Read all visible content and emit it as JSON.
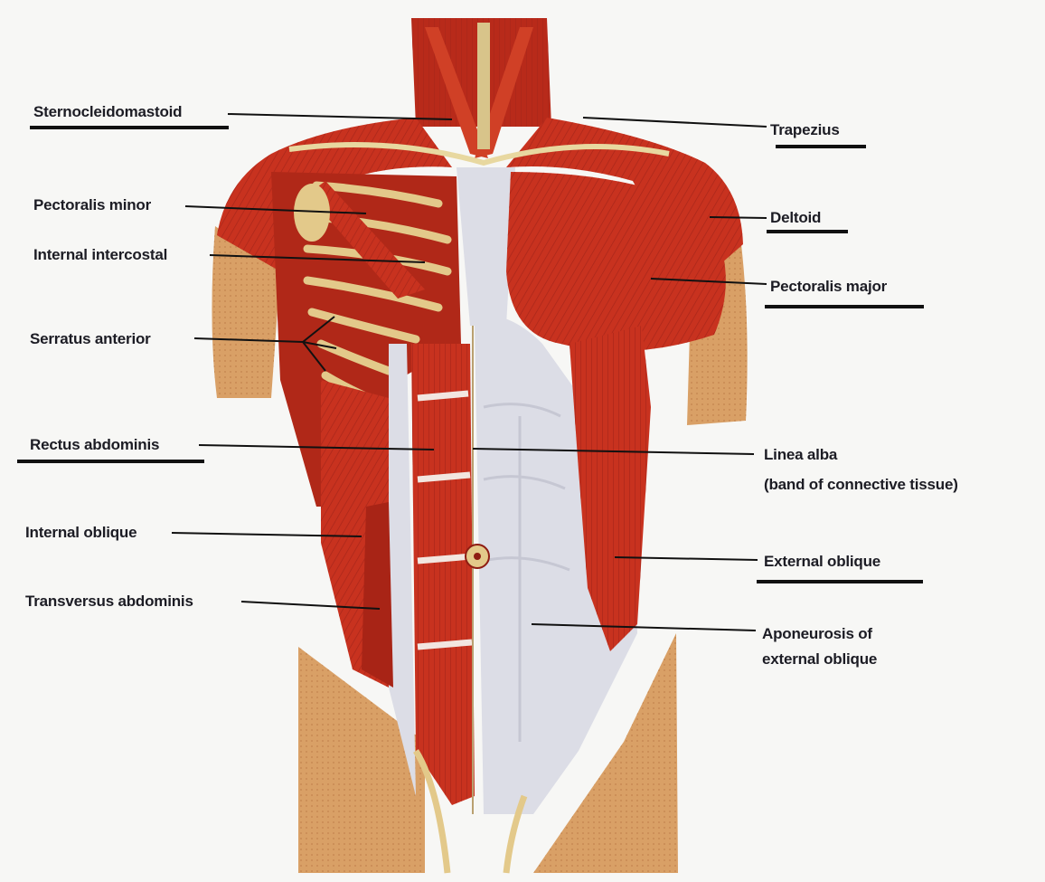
{
  "labels": {
    "sternocleidomastoid": "Sternocleidomastoid",
    "trapezius": "Trapezius",
    "pectoralis_minor": "Pectoralis minor",
    "deltoid": "Deltoid",
    "internal_intercostal": "Internal intercostal",
    "pectoralis_major": "Pectoralis major",
    "serratus_anterior": "Serratus anterior",
    "rectus_abdominis": "Rectus abdominis",
    "linea_alba_line1": "Linea alba",
    "linea_alba_line2": "(band of connective tissue)",
    "internal_oblique": "Internal oblique",
    "external_oblique": "External oblique",
    "transversus_abdominis": "Transversus abdominis",
    "aponeurosis_line1": "Aponeurosis of",
    "aponeurosis_line2": "external oblique"
  },
  "colors": {
    "muscle": "#c8321f",
    "muscle_dark": "#8e1c12",
    "skin": "#d9a066",
    "fascia": "#dcdde6",
    "bone": "#e8cf8a",
    "background": "#f7f7f5",
    "text": "#1c1c24"
  }
}
